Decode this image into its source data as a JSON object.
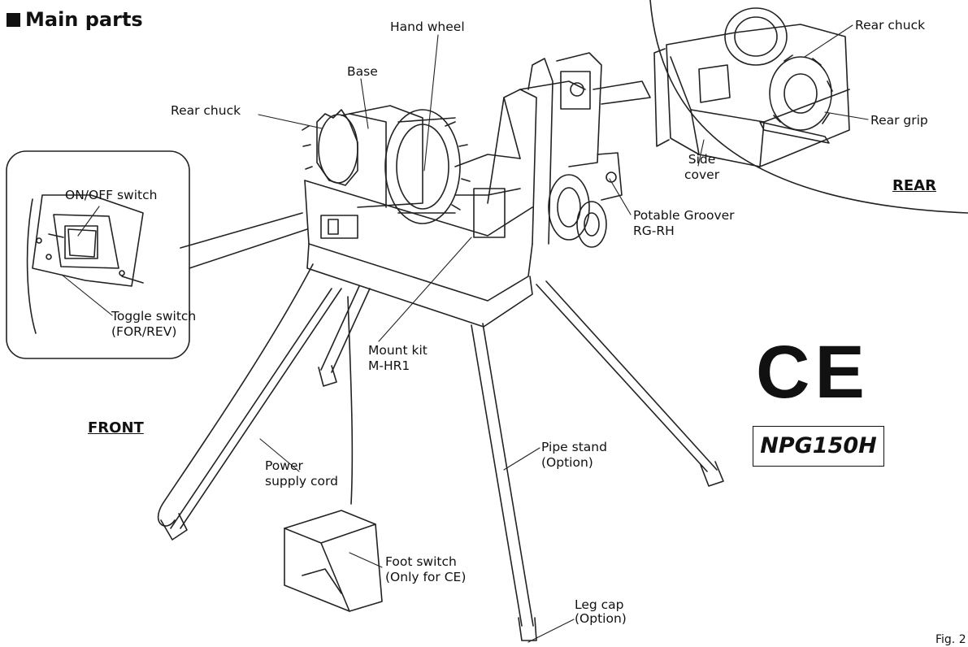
{
  "title": "Main parts",
  "views": {
    "front": "FRONT",
    "rear": "REAR"
  },
  "labels": {
    "hand_wheel": "Hand wheel",
    "base": "Base",
    "rear_chuck_front": "Rear chuck",
    "rear_chuck_rear": "Rear chuck",
    "rear_grip": "Rear grip",
    "side_cover": "Side\ncover",
    "on_off_switch": "ON/OFF switch",
    "toggle_switch": "Toggle switch\n(FOR/REV)",
    "potable_groover": "Potable Groover\nRG-RH",
    "mount_kit": "Mount kit\nM-HR1",
    "pipe_stand": "Pipe stand\n(Option)",
    "power_supply_cord": "Power\nsupply cord",
    "foot_switch": "Foot switch\n(Only for CE)",
    "leg_cap": "Leg cap\n(Option)"
  },
  "marks": {
    "ce": "CE",
    "model": "NPG150H"
  },
  "figure_number": "Fig. 2"
}
